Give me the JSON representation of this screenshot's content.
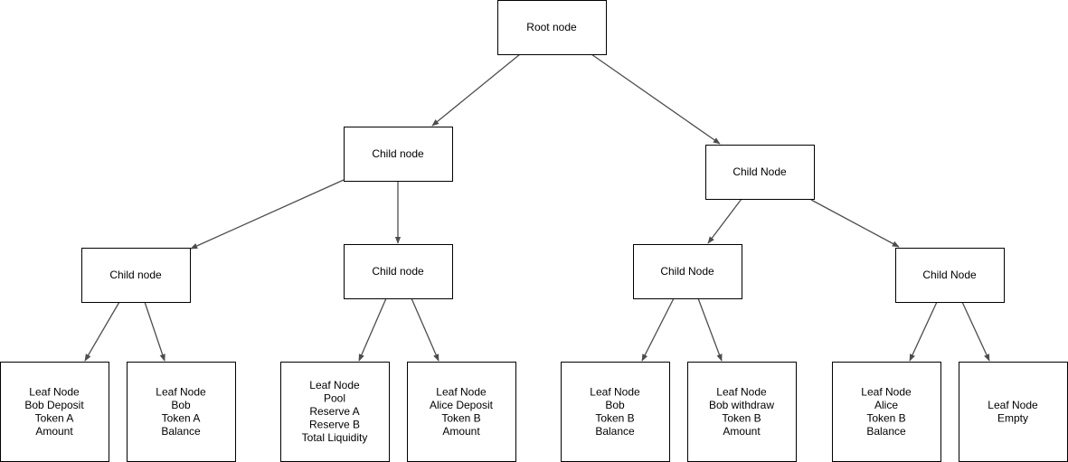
{
  "diagram": {
    "colors": {
      "line": "#4d4d4d",
      "box_stroke": "#000000",
      "text": "#000000",
      "background": "#ffffff"
    },
    "nodes": {
      "root": [
        "Root node"
      ],
      "c_l": [
        "Child node"
      ],
      "c_r": [
        "Child Node"
      ],
      "c_ll": [
        "Child node"
      ],
      "c_lr": [
        "Child node"
      ],
      "c_rl": [
        "Child Node"
      ],
      "c_rr": [
        "Child Node"
      ],
      "leaf1": [
        "Leaf Node",
        "Bob Deposit",
        "Token A",
        "Amount"
      ],
      "leaf2": [
        "Leaf Node",
        "Bob",
        "Token A",
        "Balance"
      ],
      "leaf3": [
        "Leaf Node",
        "Pool",
        "Reserve A",
        "Reserve B",
        "Total Liquidity"
      ],
      "leaf4": [
        "Leaf Node",
        "Alice Deposit",
        "Token B",
        "Amount"
      ],
      "leaf5": [
        "Leaf Node",
        "Bob",
        "Token B",
        "Balance"
      ],
      "leaf6": [
        "Leaf Node",
        "Bob withdraw",
        "Token B",
        "Amount"
      ],
      "leaf7": [
        "Leaf Node",
        "Alice",
        "Token B",
        "Balance"
      ],
      "leaf8": [
        "Leaf Node",
        "Empty"
      ]
    },
    "edges": [
      [
        "root",
        "c_l"
      ],
      [
        "root",
        "c_r"
      ],
      [
        "c_l",
        "c_ll"
      ],
      [
        "c_l",
        "c_lr"
      ],
      [
        "c_r",
        "c_rl"
      ],
      [
        "c_r",
        "c_rr"
      ],
      [
        "c_ll",
        "leaf1"
      ],
      [
        "c_ll",
        "leaf2"
      ],
      [
        "c_lr",
        "leaf3"
      ],
      [
        "c_lr",
        "leaf4"
      ],
      [
        "c_rl",
        "leaf5"
      ],
      [
        "c_rl",
        "leaf6"
      ],
      [
        "c_rr",
        "leaf7"
      ],
      [
        "c_rr",
        "leaf8"
      ]
    ]
  }
}
